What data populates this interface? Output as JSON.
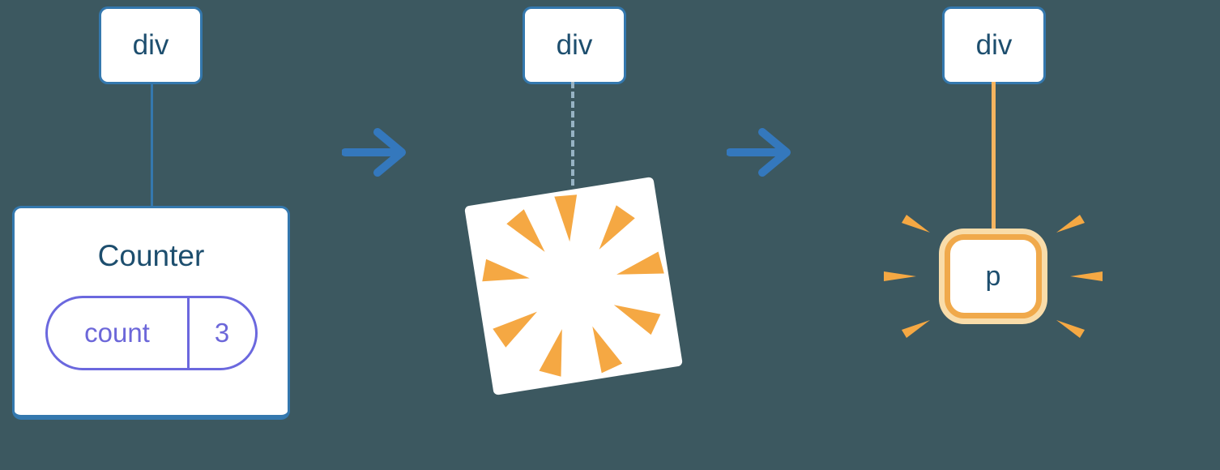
{
  "canvas": {
    "background": "#3C5860"
  },
  "colors": {
    "node_border": "#3478AE",
    "node_text": "#1D4E6E",
    "state_accent": "#6B68DE",
    "arrow_blue": "#3478BD",
    "highlight_orange": "#F0A94B",
    "highlight_orange_light": "#F9DCA9",
    "burst_orange": "#F5A843",
    "dashed_line": "#97B3C4"
  },
  "stage_before": {
    "node_label": "div",
    "component_title": "Counter",
    "state_key": "count",
    "state_value": "3"
  },
  "stage_poof": {
    "node_label": "div"
  },
  "stage_after": {
    "node_label": "div",
    "element_label": "p"
  }
}
